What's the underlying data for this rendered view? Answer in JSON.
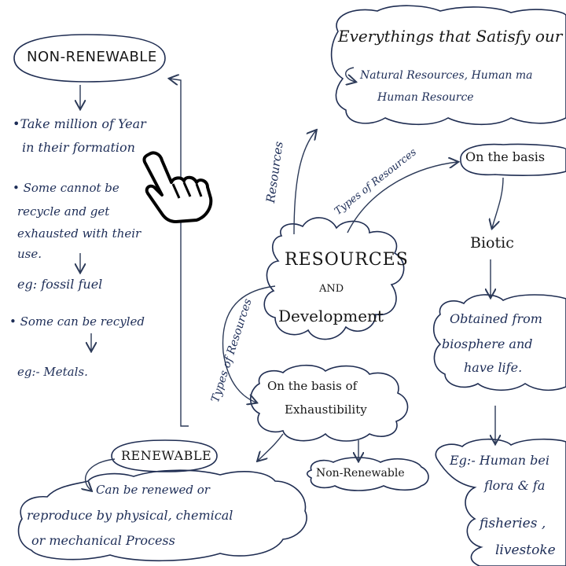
{
  "center": {
    "line1": "RESOURCES",
    "line2": "AND",
    "line3": "Development"
  },
  "non_renewable_box": {
    "title": "NON-RENEWABLE",
    "bullet1_line1": "•Take million of Year",
    "bullet1_line2": "in their formation",
    "bullet2_line1": "• Some cannot be",
    "bullet2_line2": "recycle and get",
    "bullet2_line3": "exhausted with their",
    "bullet2_line4": "use.",
    "example1": "eg: fossil fuel",
    "bullet3": "• Some can be recyled",
    "example2": "eg:- Metals."
  },
  "resources_def": {
    "line1": "Everythings that Satisfy our n",
    "line2": "Natural Resources, Human ma",
    "line3": "Human Resource"
  },
  "labels": {
    "resources_arrow": "Resources",
    "types_top": "Types of Resources",
    "types_left": "Types of Resources"
  },
  "basis_origin": "On the basis",
  "biotic": {
    "title": "Biotic",
    "desc_line1": "Obtained from",
    "desc_line2": "biosphere and",
    "desc_line3": "have life.",
    "eg_line1": "Eg:- Human bei",
    "eg_line2": "flora & fa",
    "eg_line3": "fisheries ,",
    "eg_line4": "livestoke"
  },
  "exhaustibility": {
    "line1": "On the basis of",
    "line2": "Exhaustibility"
  },
  "non_renewable_small": "Non-Renewable",
  "renewable": {
    "title": "RENEWABLE",
    "line1": "Can be renewed or",
    "line2": "reproduce by physical, chemical",
    "line3": "or mechanical Process"
  }
}
